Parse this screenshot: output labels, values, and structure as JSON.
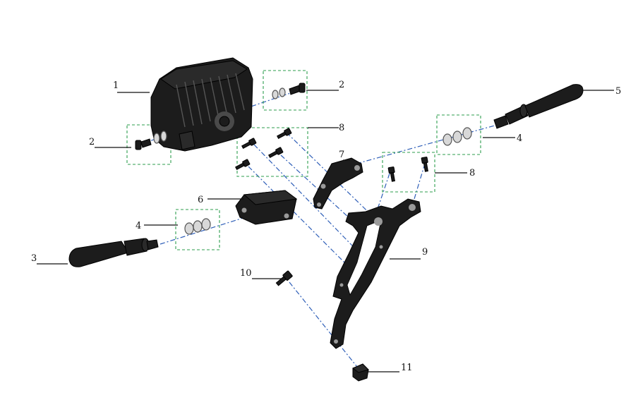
{
  "callouts": {
    "c1": "1",
    "c2a": "2",
    "c2b": "2",
    "c3": "3",
    "c4a": "4",
    "c4b": "4",
    "c5": "5",
    "c6": "6",
    "c7": "7",
    "c8a": "8",
    "c8b": "8",
    "c9": "9",
    "c10": "10",
    "c11": "11"
  },
  "colors": {
    "axis_line": "#2f5fb8",
    "group_box": "#2e9e4e",
    "parts": "#1c1c1c",
    "washers": "#d8d8d8"
  }
}
